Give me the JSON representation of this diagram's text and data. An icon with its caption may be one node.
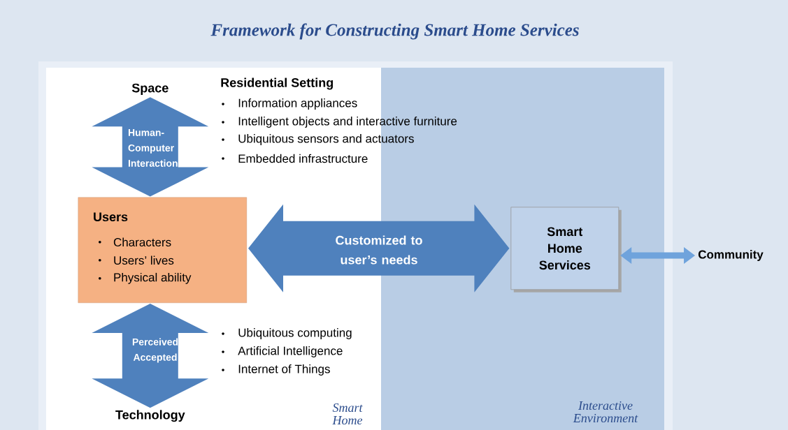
{
  "diagram": {
    "title": "Framework for Constructing Smart Home Services",
    "nodes": [
      {
        "text": [
          "Smart Home"
        ]
      },
      {
        "text": [
          "Interactive Environment"
        ]
      },
      {
        "text": [
          "Space"
        ],
        "in": 0
      },
      {
        "text": [
          "Users",
          "Characters",
          "Users’ lives",
          "Physical ability"
        ],
        "in": 0
      },
      {
        "text": [
          "Smart Home Services"
        ],
        "in": 1
      },
      {
        "text": [
          "Community"
        ]
      },
      {
        "text": [
          "Technology"
        ],
        "in": 0
      }
    ],
    "edges": [
      {
        "from": 2,
        "to": 3,
        "arrow": "both",
        "label": "Human- Computer Interaction"
      },
      {
        "from": 3,
        "to": 6,
        "arrow": "both",
        "label": "Perceived Accepted"
      },
      {
        "from": 3,
        "to": 4,
        "arrow": "both",
        "label": "Customized to user’s needs"
      },
      {
        "from": 4,
        "to": 5,
        "arrow": "both",
        "color": "#6fa3dc"
      }
    ],
    "labels": [
      "Residential Setting",
      "Information appliances",
      "Intelligent objects and interactive furniture",
      "Ubiquitous sensors and actuators",
      "Embedded infrastructure",
      "Ubiquitous computing",
      "Artificial Intelligence",
      "Internet of Things"
    ]
  }
}
